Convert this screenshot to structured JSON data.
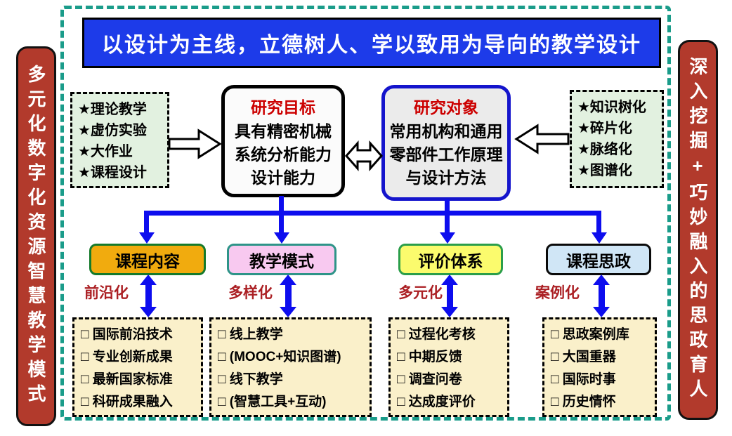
{
  "title_banner": "以设计为主线，立德树人、学以致用为导向的教学设计",
  "left_banner": "多元化数字化资源智慧教学模式",
  "right_banner": "深入挖掘+巧妙融入的思政育人",
  "teaching_forms": {
    "items": [
      "★理论教学",
      "★虚仿实验",
      "★大作业",
      "★课程设计"
    ]
  },
  "knowledge_forms": {
    "items": [
      "★知识树化",
      "★碎片化",
      "★脉络化",
      "★图谱化"
    ]
  },
  "research_goal": {
    "title": "研究目标",
    "line1": "具有精密机械",
    "line2": "系统分析能力",
    "line3": "设计能力"
  },
  "research_object": {
    "title": "研究对象",
    "line1": "常用机构和通用",
    "line2": "零部件工作原理",
    "line3": "与设计方法"
  },
  "categories": [
    {
      "label": "课程内容",
      "tag": "前沿化",
      "fill": "#F1AB0E",
      "border": "#157A2B",
      "items": [
        "□ 国际前沿技术",
        "□ 专业创新成果",
        "□ 最新国家标准",
        "□ 科研成果融入"
      ]
    },
    {
      "label": "教学模式",
      "tag": "多样化",
      "fill": "#F8C9F0",
      "border": "#2E9488",
      "items": [
        "□ 线上教学",
        "□ (MOOC+知识图谱)",
        "□ 线下教学",
        "□ (智慧工具+互动)"
      ]
    },
    {
      "label": "评价体系",
      "tag": "多元化",
      "fill": "#FBFB6D",
      "border": "#2B9E4A",
      "items": [
        "□ 过程化考核",
        "□ 中期反馈",
        "□ 调查问卷",
        "□ 达成度评价"
      ]
    },
    {
      "label": "课程思政",
      "tag": "案例化",
      "fill": "#D0E6F6",
      "border": "#0A0A0A",
      "items": [
        "□ 思政案例库",
        "□ 大国重器",
        "□ 国际时事",
        "□ 历史情怀"
      ]
    }
  ],
  "colors": {
    "outer_border": "#1A9C8A",
    "title_banner_bg": "#1D3BE9",
    "side_banner_bg": "#B23A2C",
    "connector_blue": "#0D0DEE",
    "research_heading_red": "#CC0000",
    "tag_red": "#AB1F23",
    "input_box_bg": "#E2F1E0",
    "list_box_bg": "#FAF0CA"
  }
}
